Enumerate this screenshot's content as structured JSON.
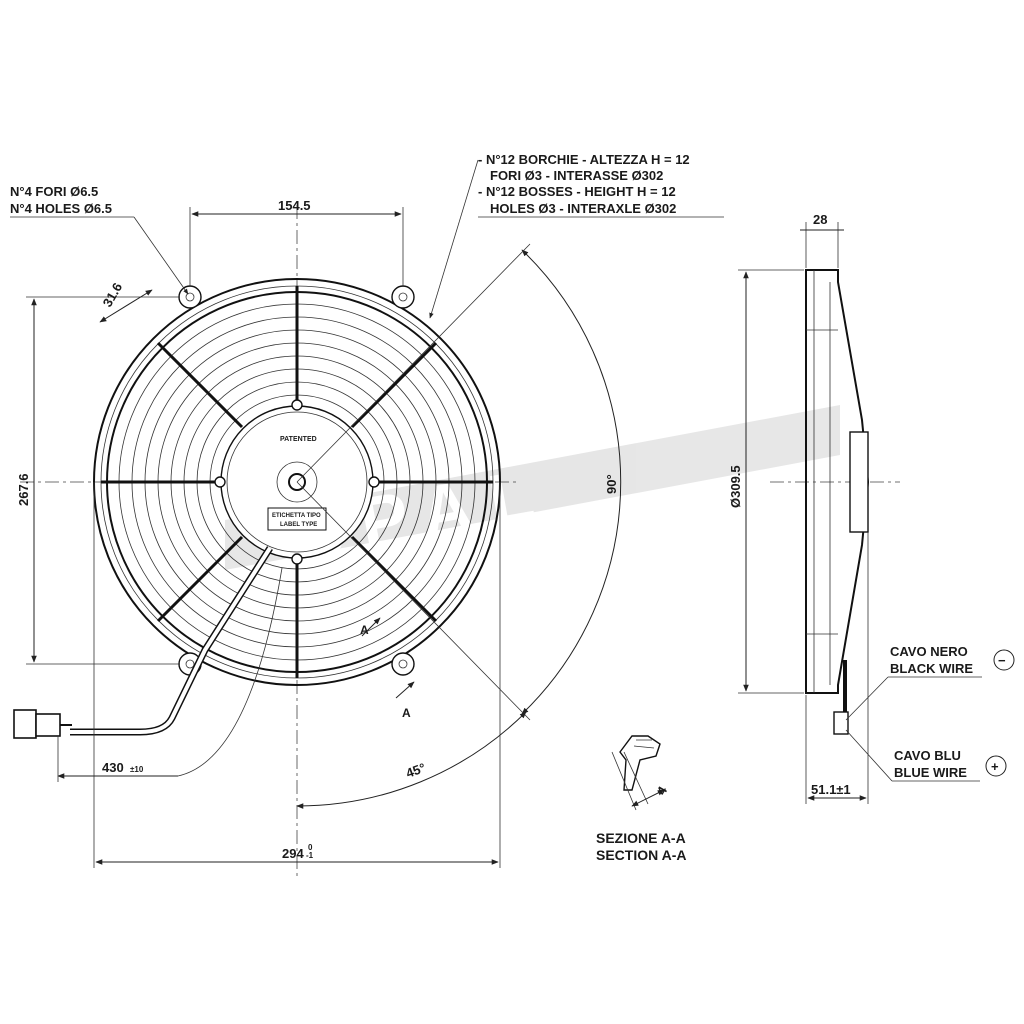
{
  "callouts": {
    "holes_it": "N°4 FORI Ø6.5",
    "holes_en": "N°4 HOLES Ø6.5",
    "bosses_it_1": "- N°12 BORCHIE - ALTEZZA H = 12",
    "bosses_it_2": "FORI Ø3 - INTERASSE Ø302",
    "bosses_en_1": "- N°12 BOSSES - HEIGHT H = 12",
    "bosses_en_2": "HOLES Ø3 - INTERAXLE Ø302"
  },
  "dimensions": {
    "top_width": "154.5",
    "slot": "31.6",
    "height": "267.6",
    "overall_width": "294",
    "overall_tol_upper": "0",
    "overall_tol_lower": "-1",
    "cable_length": "430",
    "cable_tol": "±10",
    "angle_90": "90°",
    "angle_45": "45°",
    "depth": "28",
    "diameter": "Ø309.5",
    "side_depth": "51.1±1",
    "section_dim": "4"
  },
  "labels": {
    "patented": "PATENTED",
    "label_type_1": "ETICHETTA TIPO",
    "label_type_2": "LABEL TYPE",
    "section_mark_1": "A",
    "section_mark_2": "A",
    "section_it": "SEZIONE A-A",
    "section_en": "SECTION A-A",
    "black_wire_it": "CAVO NERO",
    "black_wire_en": "BLACK WIRE",
    "blue_wire_it": "CAVO BLU",
    "blue_wire_en": "BLUE WIRE",
    "minus": "−",
    "plus": "+",
    "watermark": "SPAL"
  }
}
